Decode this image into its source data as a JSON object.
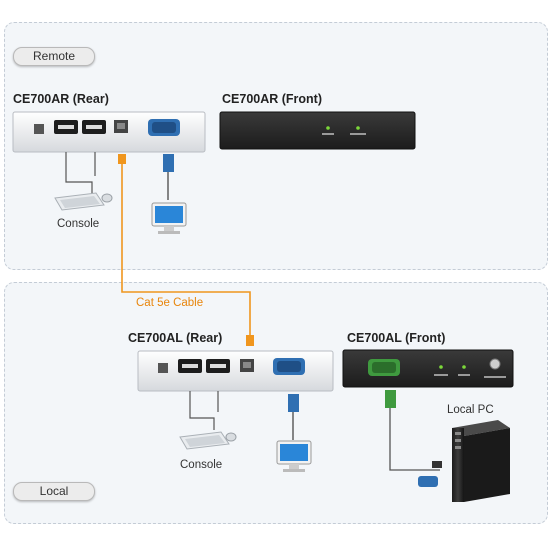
{
  "remote": {
    "section_label": "Remote",
    "rear_title": "CE700AR (Rear)",
    "front_title": "CE700AR (Front)",
    "console_caption": "Console"
  },
  "cable": {
    "label": "Cat 5e Cable",
    "color": "#f0961e"
  },
  "local": {
    "section_label": "Local",
    "rear_title": "CE700AL (Rear)",
    "front_title": "CE700AL (Front)",
    "console_caption": "Console",
    "pc_caption": "Local PC"
  },
  "colors": {
    "panel_bg": "#f3f6f9",
    "device_dark": "#2b2b2b",
    "vga_blue": "#2f6fb2",
    "vga_green": "#3f9a3f",
    "led_green": "#7cd83a"
  },
  "icons": [
    "keyboard-icon",
    "mouse-icon",
    "monitor-icon",
    "tower-pc-icon",
    "vga-connector-icon",
    "rj45-connector-icon",
    "usb-port-icon"
  ]
}
